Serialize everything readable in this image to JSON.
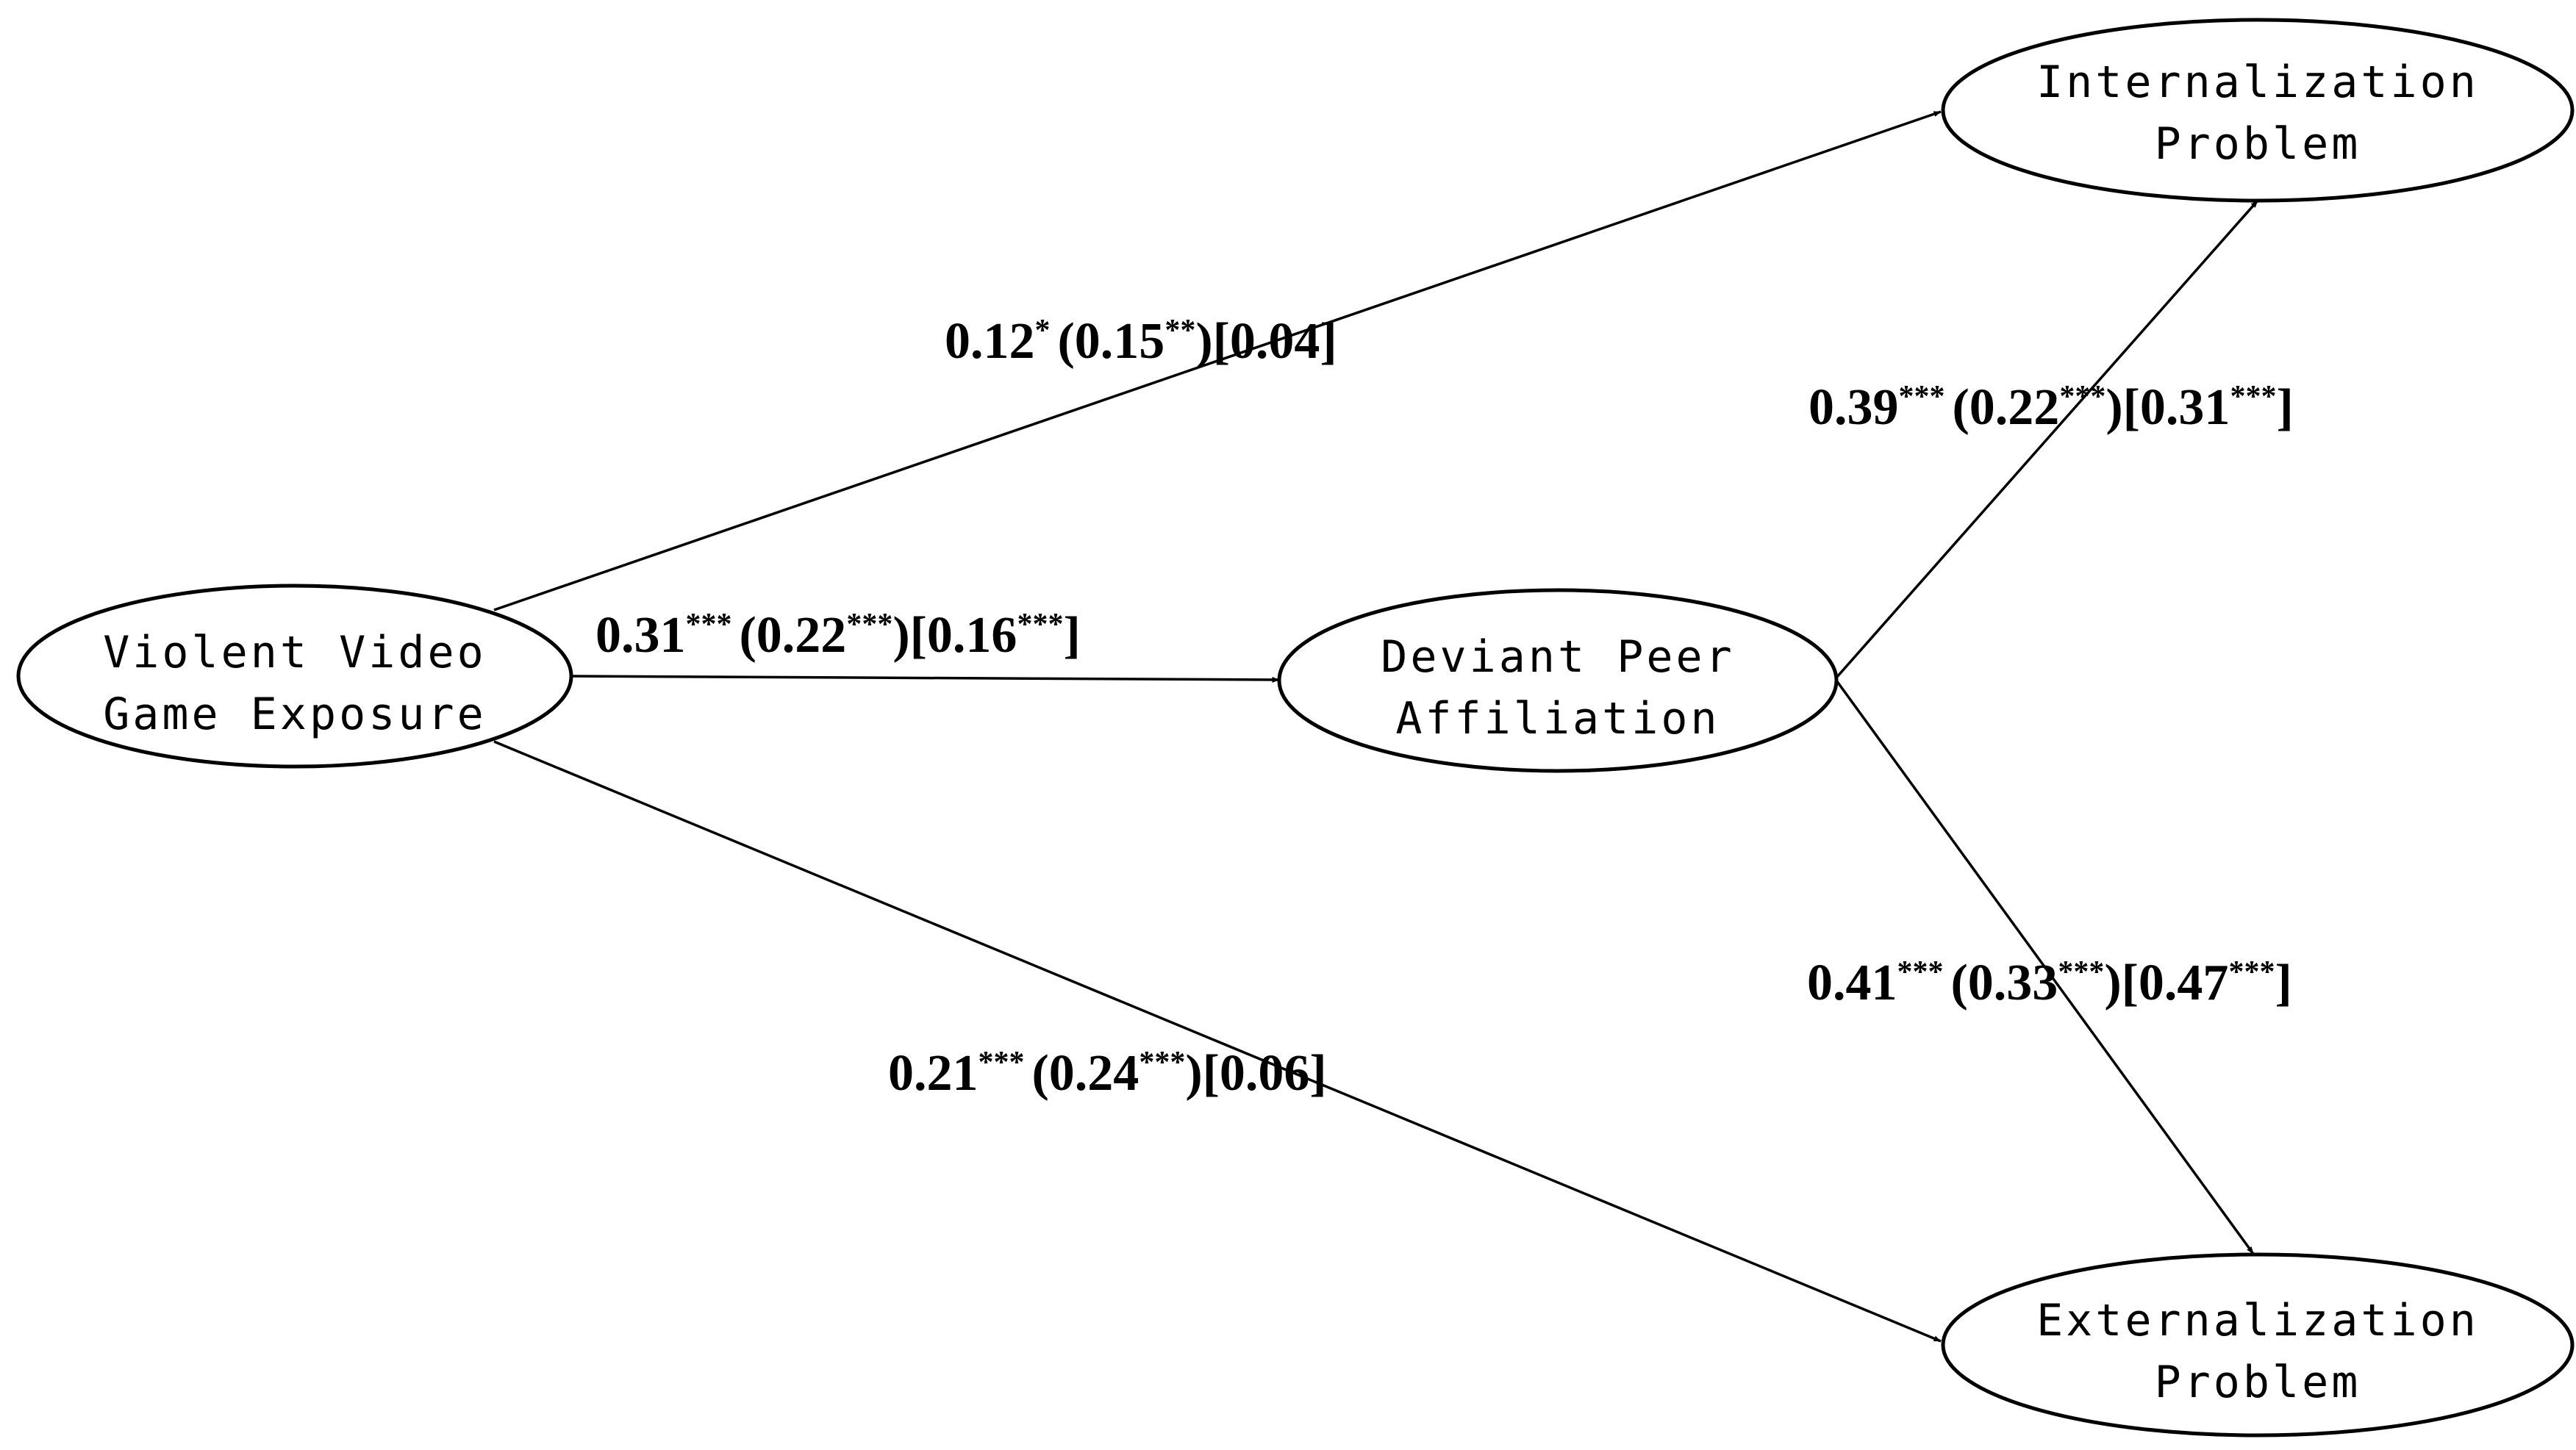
{
  "colors": {
    "stroke": "#000000",
    "background": "#ffffff"
  },
  "nodes": {
    "violent": {
      "line1": "Violent Video",
      "line2": "Game Exposure"
    },
    "deviant": {
      "line1": "Deviant Peer",
      "line2": "Affiliation"
    },
    "internal": {
      "line1": "Internalization",
      "line2": "Problem"
    },
    "external": {
      "line1": "Externalization",
      "line2": "Problem"
    }
  },
  "edges": {
    "violent_internal": {
      "v1": "0.12",
      "s1": "*",
      "v2": "(0.15",
      "s2": "**",
      "v3": ")[0.04]",
      "s3": "",
      "v4": ""
    },
    "violent_deviant": {
      "v1": "0.31",
      "s1": "***",
      "v2": "(0.22",
      "s2": "***",
      "v3": ")[0.16",
      "s3": "***",
      "v4": "]"
    },
    "violent_external": {
      "v1": "0.21",
      "s1": "***",
      "v2": "(0.24",
      "s2": "***",
      "v3": ")[0.06]",
      "s3": "",
      "v4": ""
    },
    "deviant_internal": {
      "v1": "0.39",
      "s1": "***",
      "v2": "(0.22",
      "s2": "***",
      "v3": ")[0.31",
      "s3": "***",
      "v4": "]"
    },
    "deviant_external": {
      "v1": "0.41",
      "s1": "***",
      "v2": "(0.33",
      "s2": "***",
      "v3": ")[0.47",
      "s3": "***",
      "v4": "]"
    }
  }
}
